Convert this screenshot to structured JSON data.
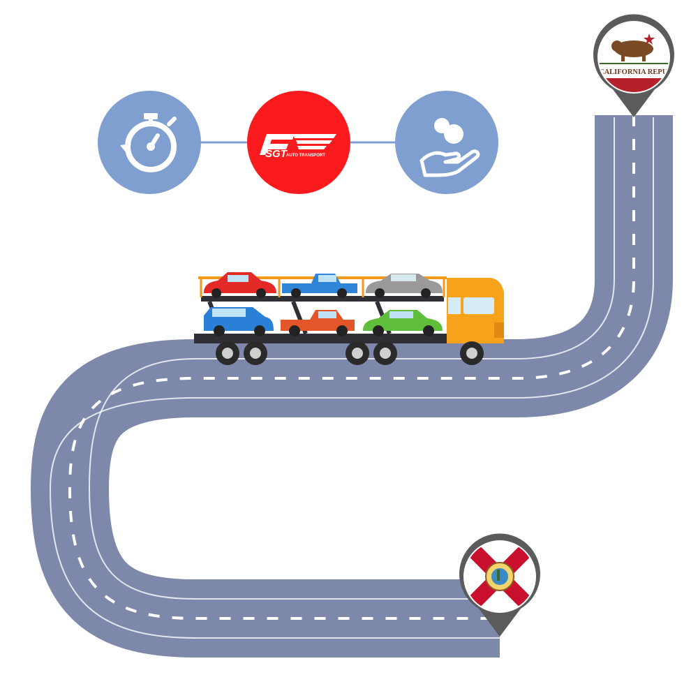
{
  "brand": {
    "logo_main": "SGT",
    "logo_sub": "AUTO TRANSPORT",
    "color": "#fb1a1d"
  },
  "icons": [
    {
      "name": "stopwatch-icon",
      "color": "#7f9fd0"
    },
    {
      "name": "brand-logo",
      "color": "#fb1a1d"
    },
    {
      "name": "hand-coins-icon",
      "color": "#7f9fd0"
    }
  ],
  "road": {
    "color": "#7d88ab",
    "line_color": "#ffffff"
  },
  "destination_pin": {
    "label": "CALIFORNIA REPUBLIC",
    "pin_color": "#5b5b5b"
  },
  "origin_pin": {
    "label": "Florida flag",
    "pin_color": "#5b5b5b"
  },
  "truck": {
    "cab_color": "#f7a21b",
    "frame_color": "#2f2f35"
  }
}
